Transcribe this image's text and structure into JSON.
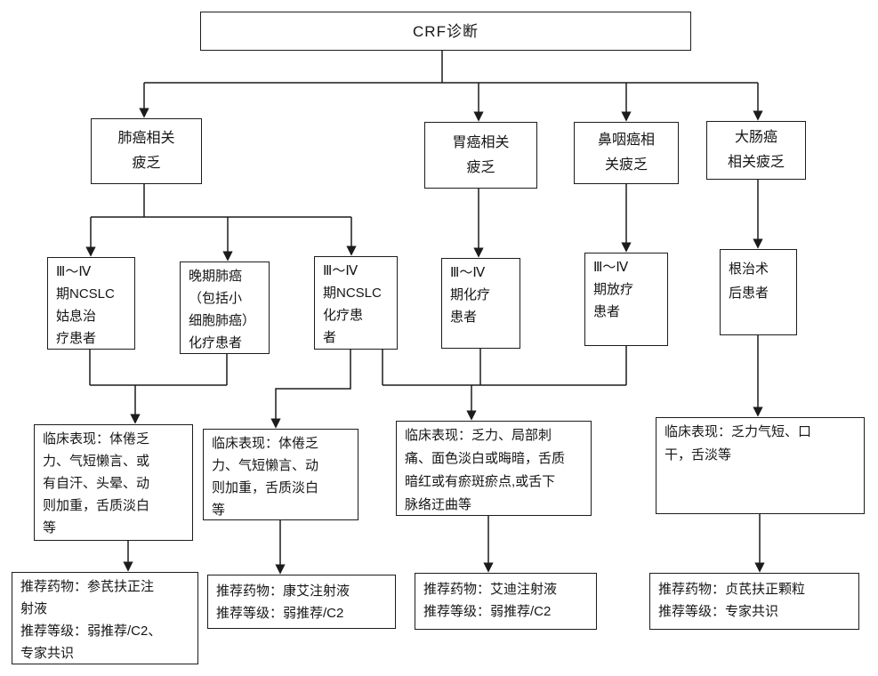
{
  "diagram": {
    "type": "flowchart",
    "title": "CRF诊断",
    "colors": {
      "line": "#1c1c1c",
      "box_border": "#1c1c1c",
      "background": "#ffffff",
      "text": "#151515"
    },
    "nodes": {
      "crf": {
        "label": "CRF诊断"
      },
      "lung": {
        "label": "肺癌相关\n疲乏"
      },
      "stomach": {
        "label": "胃癌相关\n疲乏"
      },
      "naso": {
        "label": "鼻咽癌相\n关疲乏"
      },
      "colorectal": {
        "label": "大肠癌\n相关疲乏"
      },
      "lung_palliative": {
        "label": "Ⅲ～Ⅳ\n期NCSLC\n姑息治\n疗患者"
      },
      "lung_advanced": {
        "label": "晚期肺癌\n（包括小\n细胞肺癌）\n化疗患者"
      },
      "lung_chemo": {
        "label": "Ⅲ～Ⅳ\n期NCSLC\n化疗患\n者"
      },
      "stomach_chemo": {
        "label": "Ⅲ～Ⅳ\n期化疗\n患者"
      },
      "naso_radio": {
        "label": "Ⅲ～Ⅳ\n期放疗\n患者"
      },
      "colorectal_surgery": {
        "label": "根治术\n后患者"
      },
      "clinical_a": {
        "label": "临床表现：体倦乏\n力、气短懒言、或\n有自汗、头晕、动\n则加重，舌质淡白\n等"
      },
      "clinical_b": {
        "label": "临床表现：体倦乏\n力、气短懒言、动\n则加重，舌质淡白\n等"
      },
      "clinical_c": {
        "label": "临床表现：乏力、局部刺\n痛、面色淡白或晦暗，舌质\n暗红或有瘀斑瘀点,或舌下\n脉络迂曲等"
      },
      "clinical_d": {
        "label": "临床表现：乏力气短、口\n干，舌淡等"
      },
      "rec_a": {
        "label": "推荐药物：参芪扶正注\n射液\n推荐等级：弱推荐/C2、\n专家共识"
      },
      "rec_b": {
        "label": "推荐药物：康艾注射液\n推荐等级：弱推荐/C2"
      },
      "rec_c": {
        "label": "推荐药物：艾迪注射液\n推荐等级：弱推荐/C2"
      },
      "rec_d": {
        "label": "推荐药物：贞芪扶正颗粒\n推荐等级：专家共识"
      }
    },
    "edges": [
      "CRF诊断 -> 肺癌相关疲乏",
      "CRF诊断 -> 胃癌相关疲乏",
      "CRF诊断 -> 鼻咽癌相关疲乏",
      "CRF诊断 -> 大肠癌相关疲乏",
      "肺癌相关疲乏 -> Ⅲ～Ⅳ期NCSLC姑息治疗患者",
      "肺癌相关疲乏 -> 晚期肺癌（包括小细胞肺癌）化疗患者",
      "肺癌相关疲乏 -> Ⅲ～Ⅳ期NCSLC化疗患者",
      "胃癌相关疲乏 -> Ⅲ～Ⅳ期化疗患者",
      "鼻咽癌相关疲乏 -> Ⅲ～Ⅳ期放疗患者",
      "大肠癌相关疲乏 -> 根治术后患者",
      "Ⅲ～Ⅳ期NCSLC姑息治疗患者 + 晚期肺癌化疗患者 -> 临床表现A",
      "Ⅲ～Ⅳ期NCSLC化疗患者 -> 临床表现B",
      "Ⅲ～Ⅳ期NCSLC化疗患者 + Ⅲ～Ⅳ期化疗患者 + Ⅲ～Ⅳ期放疗患者 -> 临床表现C",
      "根治术后患者 -> 临床表现D",
      "临床表现A -> 推荐药物：参芪扶正注射液",
      "临床表现B -> 推荐药物：康艾注射液",
      "临床表现C -> 推荐药物：艾迪注射液",
      "临床表现D -> 推荐药物：贞芪扶正颗粒"
    ]
  }
}
